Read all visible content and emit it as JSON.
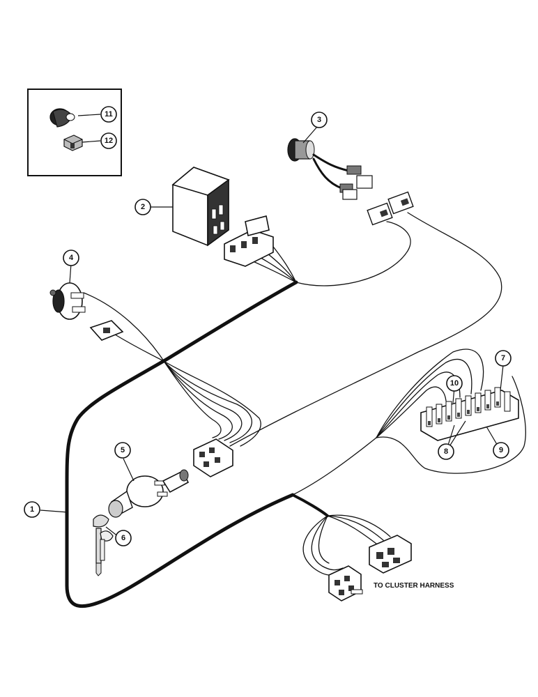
{
  "diagram": {
    "inset_callouts": [
      "11",
      "12"
    ],
    "callouts": [
      "1",
      "2",
      "3",
      "4",
      "5",
      "6",
      "7",
      "8",
      "9",
      "10",
      "11",
      "12"
    ],
    "cluster_label": "TO CLUSTER HARNESS"
  }
}
